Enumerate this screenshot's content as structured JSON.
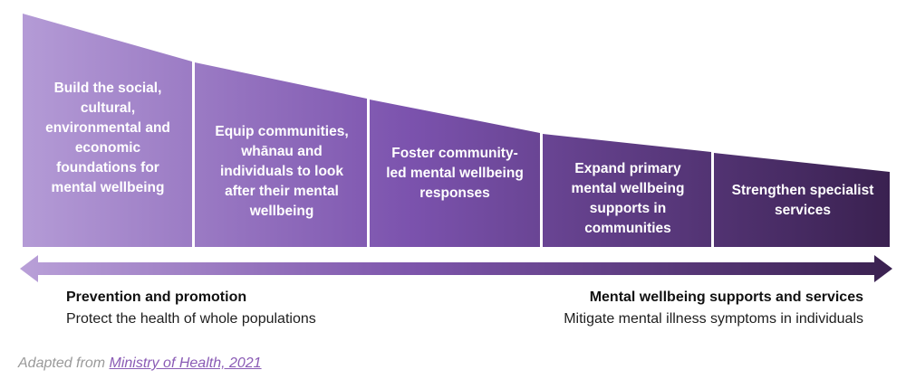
{
  "diagram": {
    "stages": [
      {
        "text": "Build the social, cultural, environmental and economic foundations for mental wellbeing"
      },
      {
        "text": "Equip communities, whānau and individuals to look after their mental wellbeing"
      },
      {
        "text": "Foster community-led mental wellbeing responses"
      },
      {
        "text": "Expand primary mental wellbeing supports in communities"
      },
      {
        "text": "Strengthen specialist services"
      }
    ],
    "left_heading": "Prevention and promotion",
    "left_subtext": "Protect the health of whole populations",
    "right_heading": "Mental wellbeing supports and services",
    "right_subtext": "Mitigate mental illness symptoms in individuals",
    "colors": {
      "light": "#b9a0d8",
      "mid": "#7d55ab",
      "dark": "#3a2150",
      "separator": "#ffffff"
    }
  },
  "source": {
    "prefix": "Adapted from ",
    "link_text": "Ministry of Health, 2021"
  }
}
